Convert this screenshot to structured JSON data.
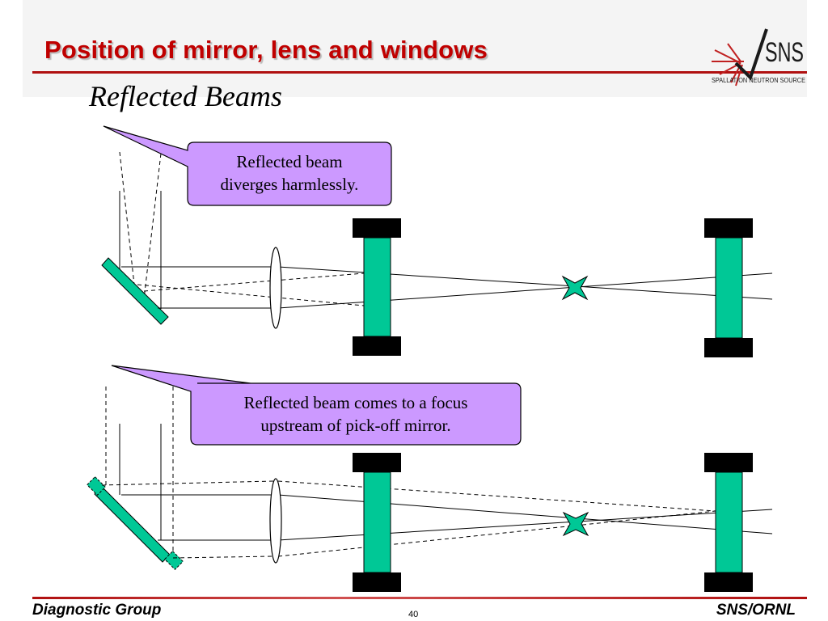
{
  "slide": {
    "title": "Position of mirror, lens and windows",
    "subtitle": "Reflected Beams"
  },
  "logo": {
    "text": "SNS",
    "subtext": "SPALLATION NEUTRON SOURCE"
  },
  "callouts": [
    {
      "line1": "Reflected beam",
      "line2": "diverges harmlessly."
    },
    {
      "line1": "Reflected beam comes to a focus",
      "line2": "upstream of pick-off mirror."
    }
  ],
  "footer": {
    "left": "Diagnostic Group",
    "page": "40",
    "right": "SNS/ORNL"
  },
  "colors": {
    "title": "#c00000",
    "rule": "#b01010",
    "optic": "#00c896",
    "callout_fill": "#cc99ff",
    "window_cap": "#000000"
  }
}
